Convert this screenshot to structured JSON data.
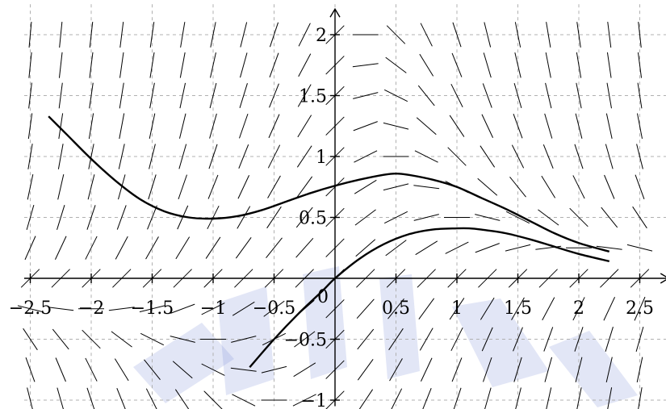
{
  "chart_data": {
    "type": "line",
    "title": "",
    "xlabel": "",
    "ylabel": "",
    "xlim": [
      -2.55,
      2.75
    ],
    "ylim": [
      -1.05,
      2.25
    ],
    "grid": true,
    "x_ticks": [
      {
        "value": -2.5,
        "label": "-2.5"
      },
      {
        "value": -2,
        "label": "-2"
      },
      {
        "value": -1.5,
        "label": "-1.5"
      },
      {
        "value": -1,
        "label": "-1"
      },
      {
        "value": -0.5,
        "label": "-0.5"
      },
      {
        "value": 0.5,
        "label": "0.5"
      },
      {
        "value": 1,
        "label": "1"
      },
      {
        "value": 1.5,
        "label": "1.5"
      },
      {
        "value": 2,
        "label": "2"
      },
      {
        "value": 2.5,
        "label": "2.5"
      }
    ],
    "y_ticks": [
      {
        "value": -1,
        "label": "-1"
      },
      {
        "value": -0.5,
        "label": "-0.5"
      },
      {
        "value": 0.5,
        "label": "0.5"
      },
      {
        "value": 1,
        "label": "1"
      },
      {
        "value": 1.5,
        "label": "1.5"
      },
      {
        "value": 2,
        "label": "2"
      }
    ],
    "origin_label": "0",
    "direction_field": {
      "x_range": [
        -2.5,
        2.5
      ],
      "y_range": [
        -1,
        2
      ],
      "step": 0.25
    },
    "series": [
      {
        "x": [
          -2.35,
          -2.2,
          -2.0,
          -1.8,
          -1.6,
          -1.4,
          -1.2,
          -1.0,
          -0.8,
          -0.6,
          -0.4,
          -0.2,
          0.0,
          0.2,
          0.4,
          0.5,
          0.6,
          0.8,
          1.0,
          1.2,
          1.4,
          1.6,
          1.8,
          2.0,
          2.25
        ],
        "y": [
          1.33,
          1.18,
          0.98,
          0.8,
          0.65,
          0.55,
          0.5,
          0.49,
          0.51,
          0.56,
          0.63,
          0.7,
          0.76,
          0.81,
          0.85,
          0.86,
          0.85,
          0.81,
          0.75,
          0.66,
          0.57,
          0.47,
          0.37,
          0.29,
          0.22
        ]
      },
      {
        "x": [
          -0.7,
          -0.5,
          -0.3,
          -0.1,
          0.0,
          0.2,
          0.4,
          0.6,
          0.8,
          1.0,
          1.1,
          1.2,
          1.4,
          1.6,
          1.8,
          2.0,
          2.25
        ],
        "y": [
          -0.73,
          -0.5,
          -0.29,
          -0.1,
          0.0,
          0.16,
          0.28,
          0.36,
          0.4,
          0.41,
          0.41,
          0.4,
          0.37,
          0.32,
          0.26,
          0.2,
          0.14
        ]
      }
    ],
    "colors": {
      "curve": "#000000",
      "grid": "#b0b0b0",
      "watermark": "#7b8fd6"
    }
  }
}
